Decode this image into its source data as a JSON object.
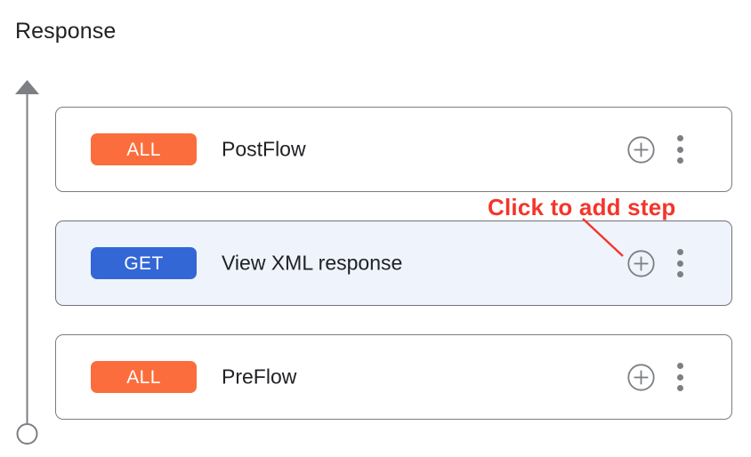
{
  "page": {
    "title": "Response",
    "background_color": "#ffffff",
    "text_color": "#202124"
  },
  "colors": {
    "badge_all": "#fb6d3c",
    "badge_get": "#3367d6",
    "selected_row_background": "#eff3fc",
    "card_border": "#7a7d80",
    "annotation_red": "#f4352a",
    "rail_gray": "#7c7f83",
    "icon_gray": "#7c7f83"
  },
  "flow_rail": {
    "direction_icon": "arrow-up-icon",
    "start_node_icon": "circle-node-icon"
  },
  "flow": {
    "steps": [
      {
        "badge": "ALL",
        "badge_type": "all",
        "name": "PostFlow",
        "selected": false,
        "add_icon": "plus-circle-icon",
        "menu_icon": "more-vertical-icon"
      },
      {
        "badge": "GET",
        "badge_type": "get",
        "name": "View XML response",
        "selected": true,
        "add_icon": "plus-circle-icon",
        "menu_icon": "more-vertical-icon"
      },
      {
        "badge": "ALL",
        "badge_type": "all",
        "name": "PreFlow",
        "selected": false,
        "add_icon": "plus-circle-icon",
        "menu_icon": "more-vertical-icon"
      }
    ]
  },
  "annotation": {
    "label": "Click to add step",
    "pointer_icon": "callout-line-icon"
  }
}
